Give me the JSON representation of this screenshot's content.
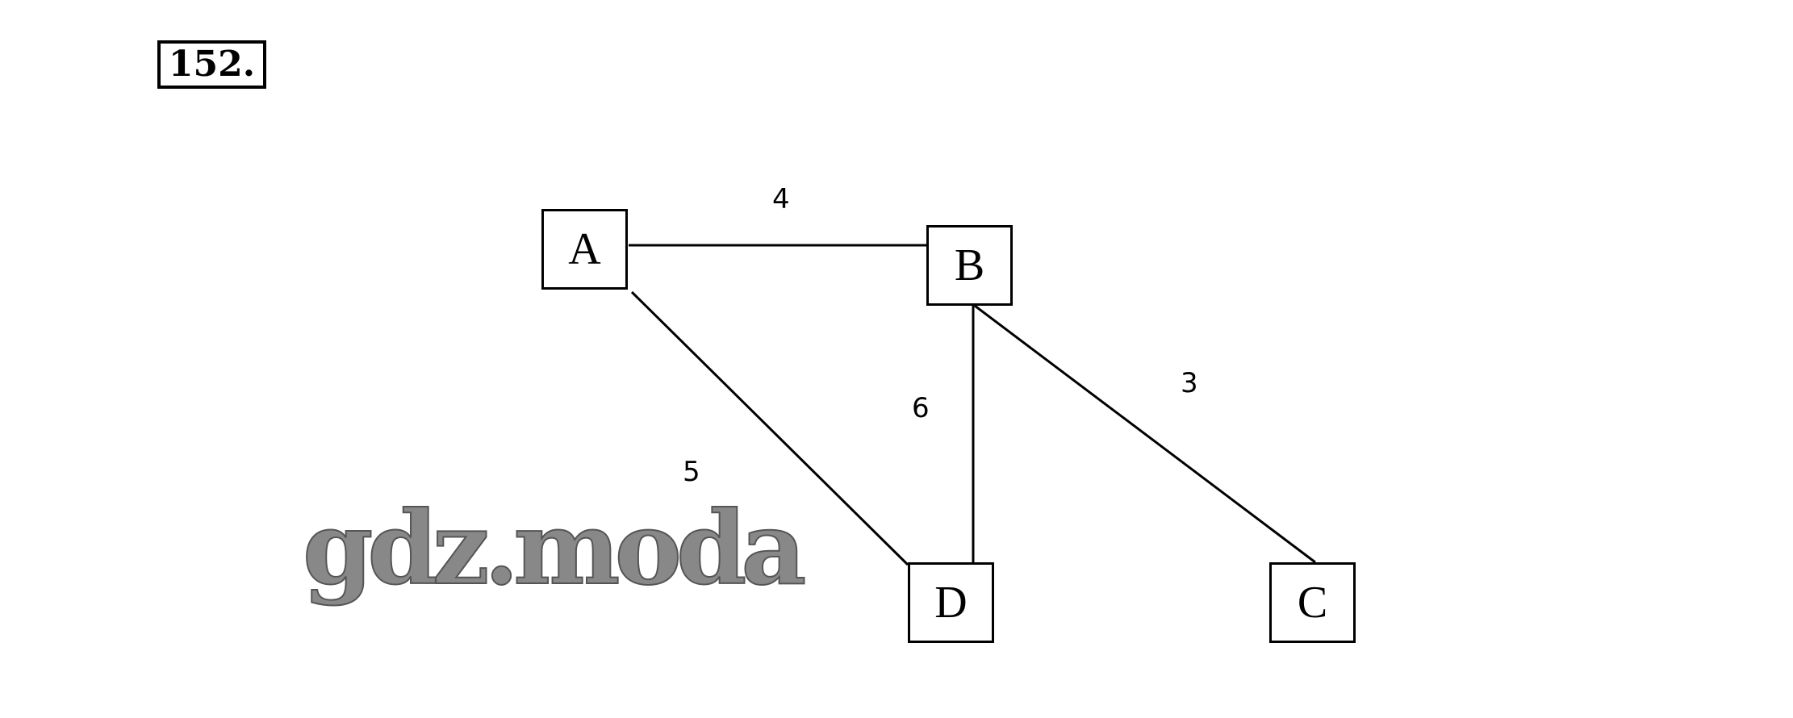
{
  "problem_number": "152.",
  "nodes": {
    "A": "A",
    "B": "B",
    "C": "C",
    "D": "D"
  },
  "edges": [
    {
      "from": "A",
      "to": "B",
      "weight": "4"
    },
    {
      "from": "A",
      "to": "D",
      "weight": "5"
    },
    {
      "from": "B",
      "to": "D",
      "weight": "6"
    },
    {
      "from": "B",
      "to": "C",
      "weight": "3"
    }
  ],
  "watermark": "gdz.moda"
}
